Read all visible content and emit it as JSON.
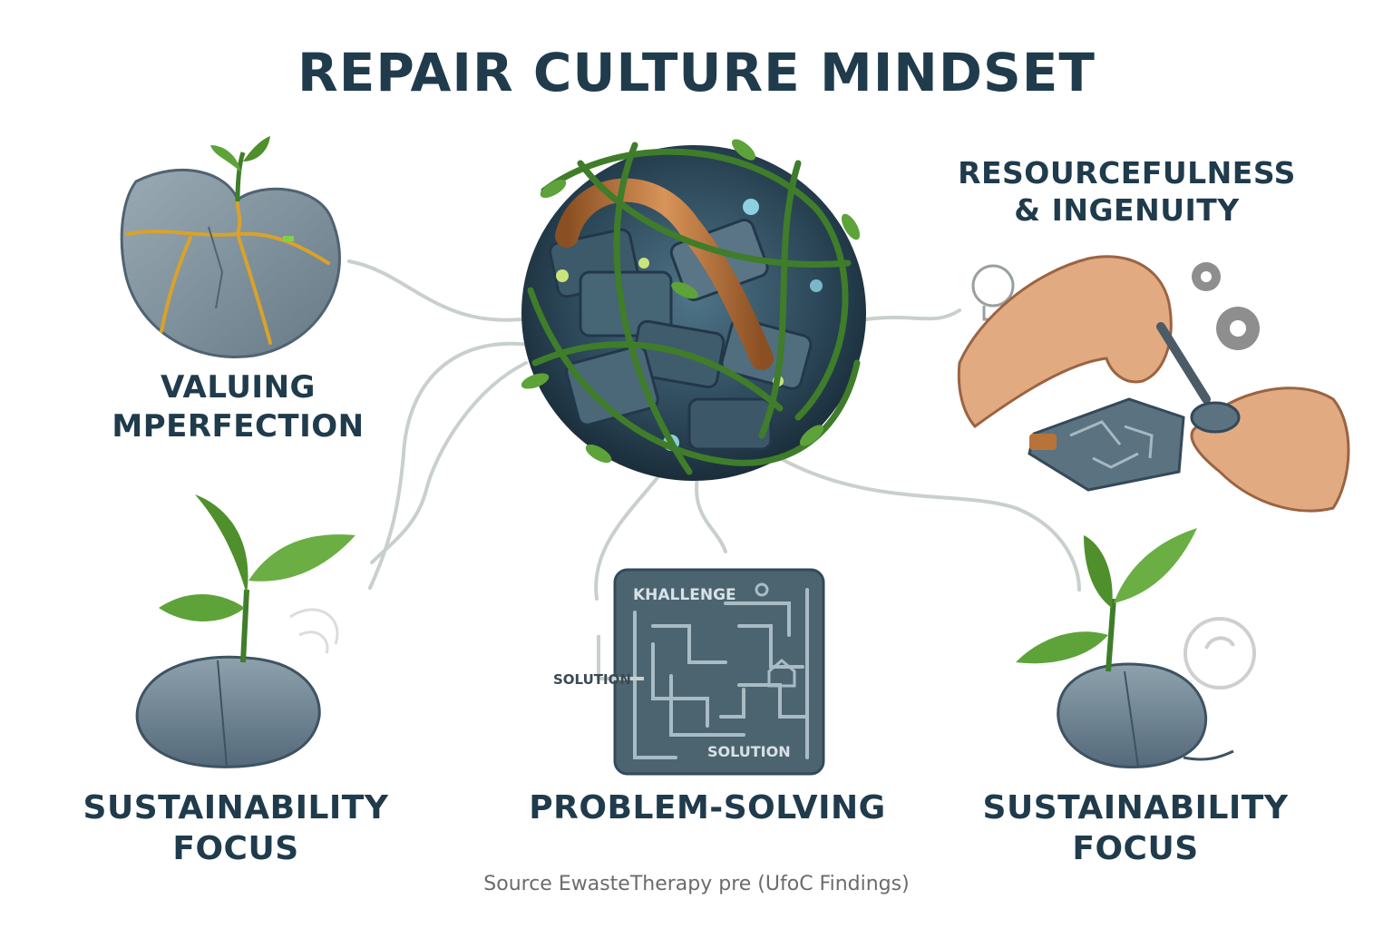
{
  "title": "REPAIR CULTURE MINDSET",
  "nodes": {
    "imperfection": {
      "line1": "VALUING",
      "line2": "MPERFECTION"
    },
    "resourcefulness": {
      "line1": "RESOURCEFULNESS",
      "line2": "& INGENUITY"
    },
    "sustainability_left": {
      "line1": "SUSTAINABILITY",
      "line2": "FOCUS"
    },
    "problem_solving": {
      "line1": "PROBLEM-SOLVING"
    },
    "sustainability_right": {
      "line1": "SUSTAINABILITY",
      "line2": "FOCUS"
    }
  },
  "maze": {
    "top_label": "KHALLENGE",
    "side_label": "SOLUTION",
    "bottom_label": "SOLUTION"
  },
  "source": "Source EwasteTherapy pre (UfoC Findings)",
  "colors": {
    "title": "#1f3b4c",
    "stone": "#7c909c",
    "gold": "#d9a22a",
    "leaf": "#4f8f2c",
    "copper": "#b8733a",
    "skin": "#e2aa80",
    "connector": "#c9d0cc",
    "maze": "#4c6470"
  }
}
